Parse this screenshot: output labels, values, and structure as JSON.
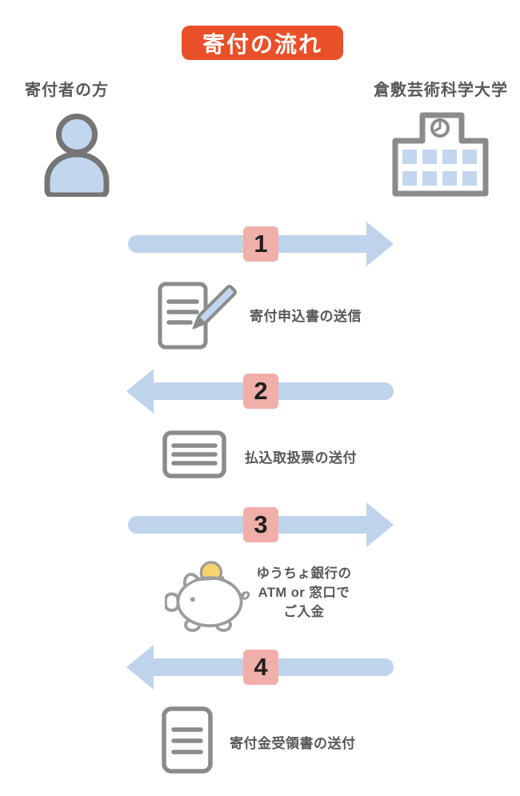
{
  "page": {
    "title": "寄付の流れ"
  },
  "parties": {
    "left": {
      "label": "寄付者の方",
      "icon": "person-icon"
    },
    "right": {
      "label": "倉敷芸術科学大学",
      "icon": "school-building-icon"
    }
  },
  "steps": [
    {
      "number": "1",
      "direction": "right",
      "label": "寄付申込書の送信",
      "icon": "document-pen-icon"
    },
    {
      "number": "2",
      "direction": "left",
      "label": "払込取扱票の送付",
      "icon": "payment-slip-icon"
    },
    {
      "number": "3",
      "direction": "right",
      "label": "ゆうちょ銀行の\nATM or 窓口で\nご入金",
      "icon": "piggy-bank-icon"
    },
    {
      "number": "4",
      "direction": "left",
      "label": "寄付金受領書の送付",
      "icon": "receipt-icon"
    }
  ],
  "colors": {
    "banner_bg": "#E8502A",
    "banner_text": "#FFFFFF",
    "arrow": "#BFD3EC",
    "badge_bg": "#F0AFA9",
    "badge_text": "#1E1E1E",
    "label_text": "#595757",
    "icon_outline": "#8B8B8B",
    "icon_fill": "#C2D6EF",
    "coin": "#F6D469"
  }
}
